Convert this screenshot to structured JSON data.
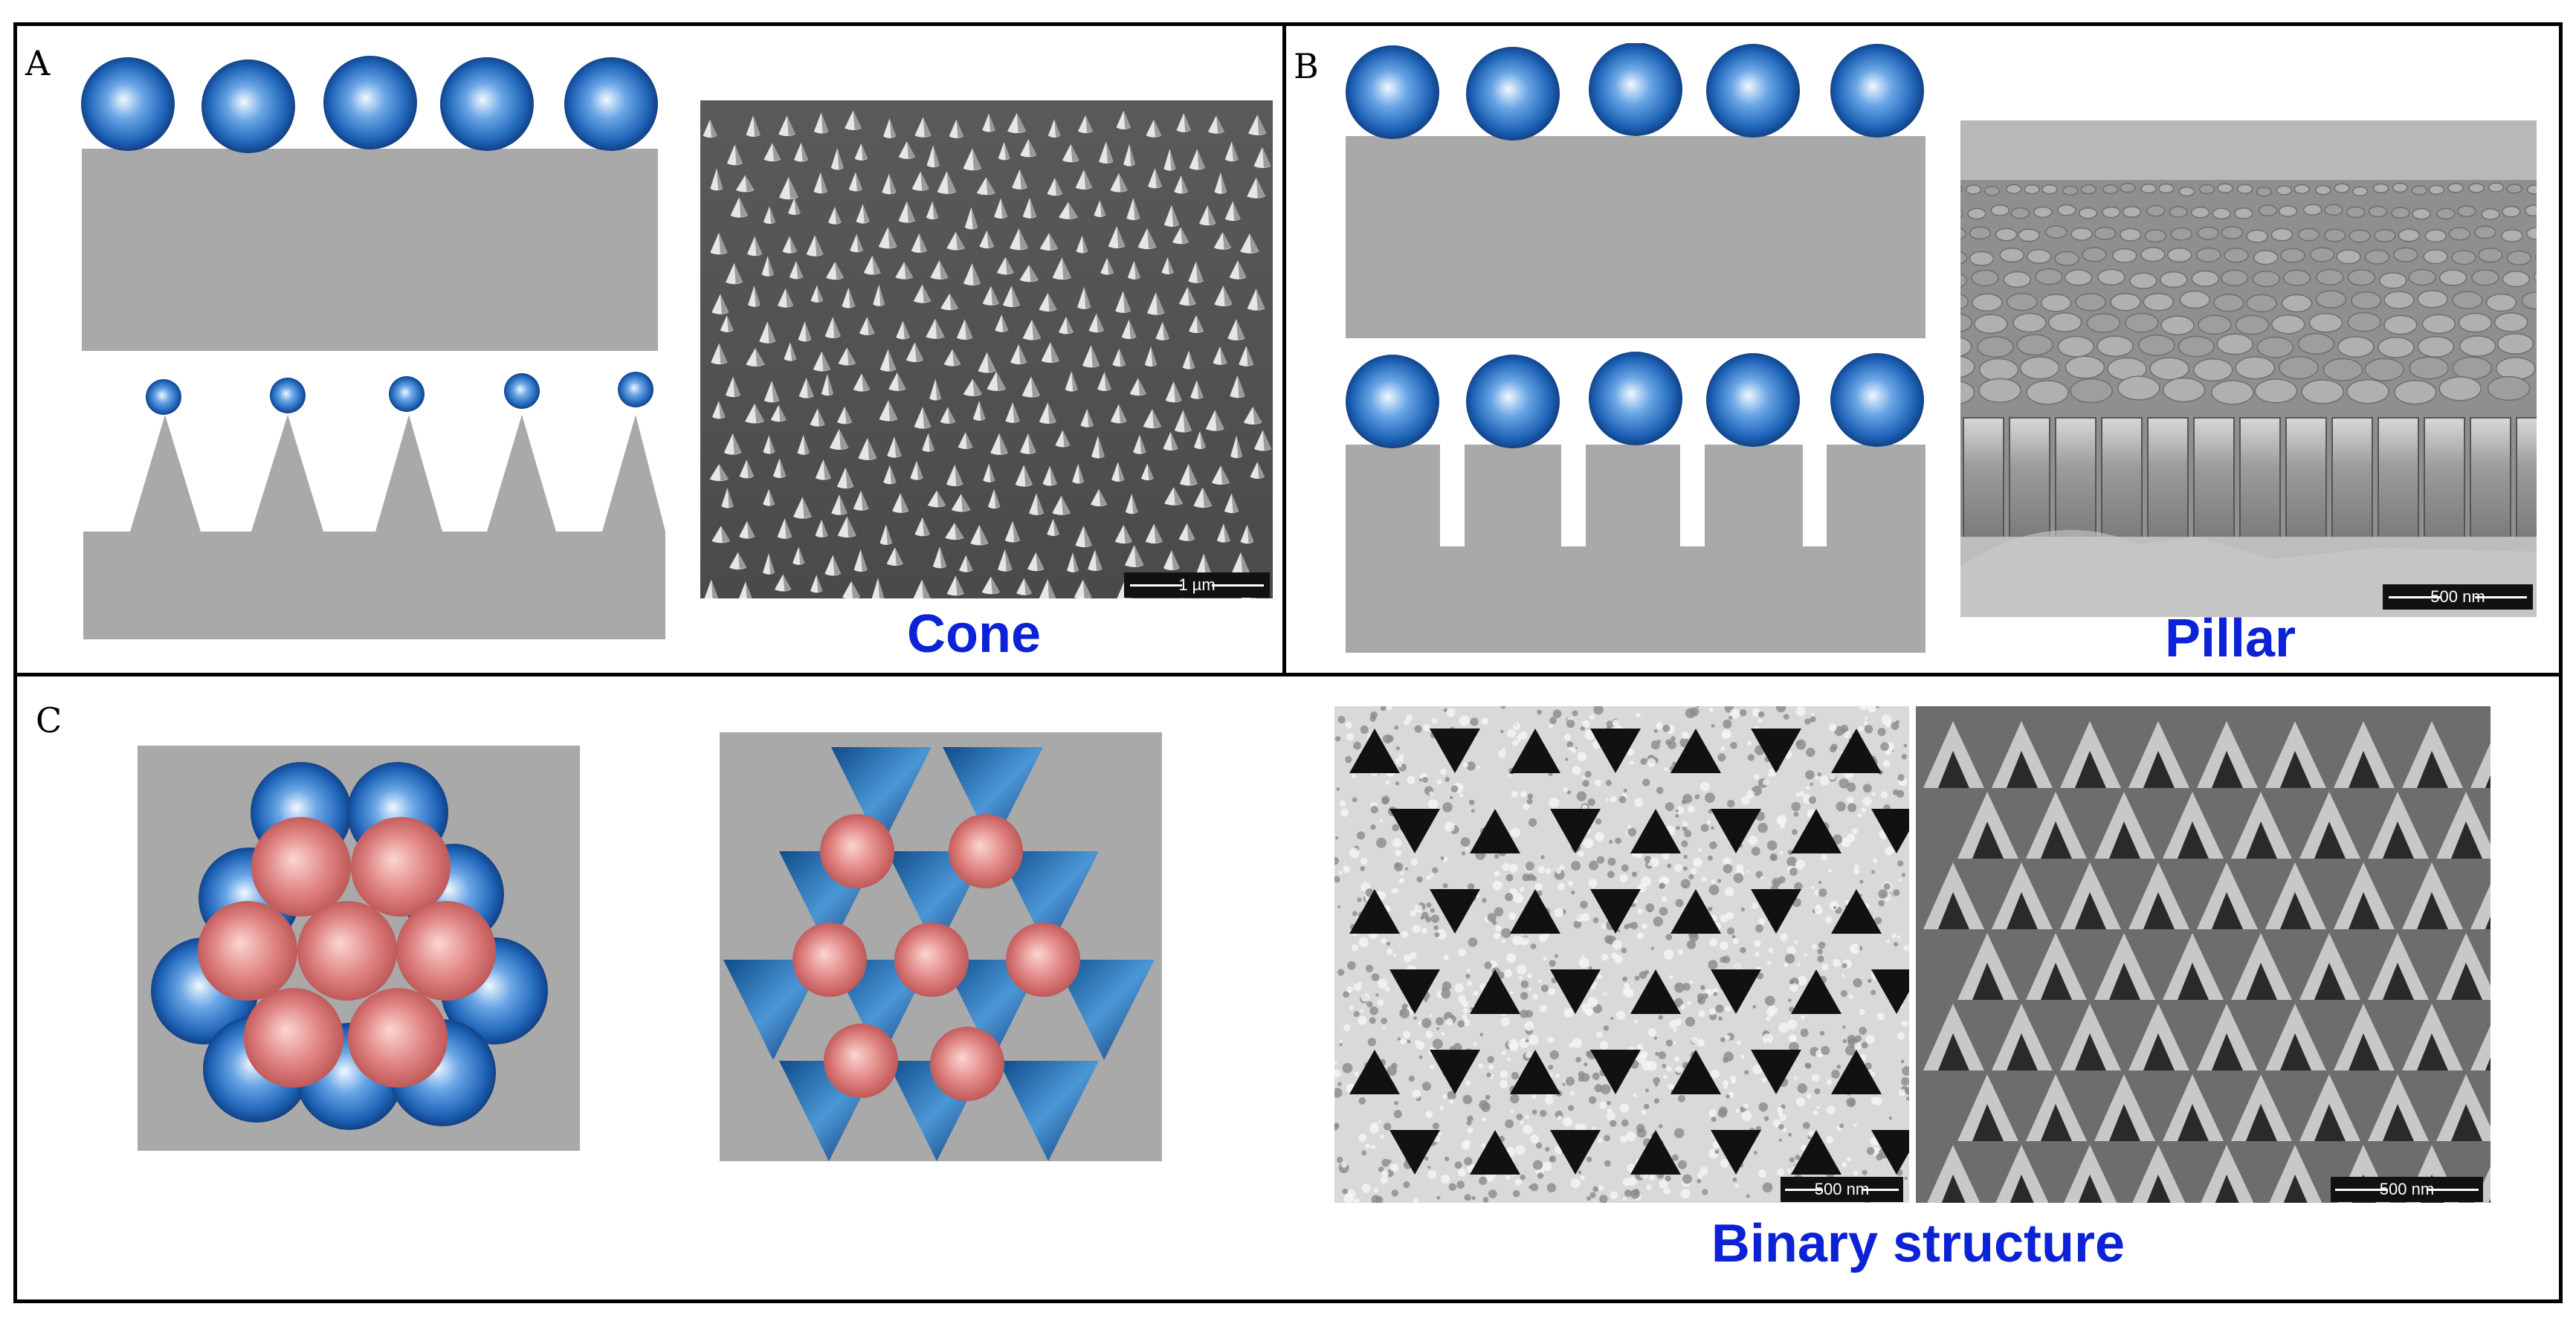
{
  "panels": {
    "a": {
      "letter": "A",
      "caption": "Cone",
      "scale_label": "1 µm"
    },
    "b": {
      "letter": "B",
      "caption": "Pillar",
      "scale_label": "500 nm"
    },
    "c": {
      "letter": "C",
      "caption": "Binary structure",
      "scale_label_left": "500 nm",
      "scale_label_right": "500 nm"
    }
  },
  "colors": {
    "substrate": "#a9a9a9",
    "blue_sphere": "#1f64b8",
    "pink_sphere": "#e08584",
    "caption_blue": "#0b22d6"
  }
}
